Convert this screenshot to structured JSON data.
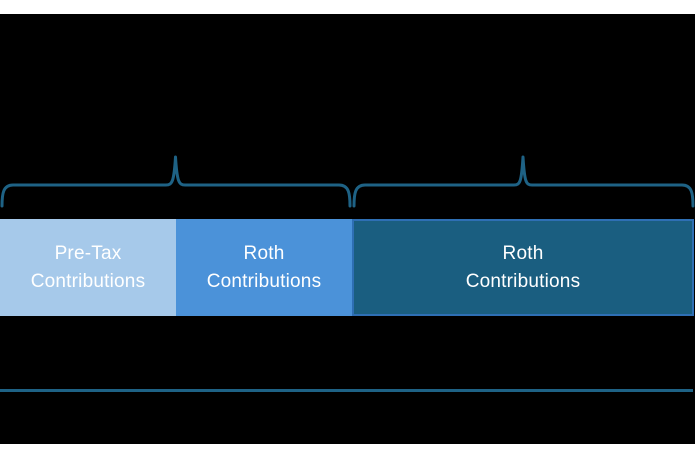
{
  "colors": {
    "page_margin": "#FFFFFF",
    "panel_background": "#000000",
    "brace": "#1E6285",
    "divider": "#1E6285",
    "label_text": "#FFFFFF",
    "segment_pretax_fill": "#A6C9EA",
    "segment_roth_fill": "#4B92D9",
    "segment_roth_dark_fill": "#1A5E80",
    "segment_roth_dark_border": "#2E6FB4"
  },
  "bar": {
    "segments": [
      {
        "id": "pretax-contributions",
        "line1": "Pre-Tax",
        "line2": "Contributions",
        "fill": "#A6C9EA"
      },
      {
        "id": "roth-contributions-mid",
        "line1": "Roth",
        "line2": "Contributions",
        "fill": "#4B92D9"
      },
      {
        "id": "roth-contributions-dark",
        "line1": "Roth",
        "line2": "Contributions",
        "fill": "#1A5E80",
        "border": "#2E6FB4"
      }
    ]
  }
}
